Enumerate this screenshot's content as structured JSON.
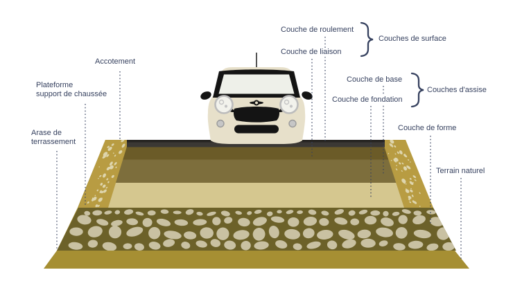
{
  "labels": {
    "accotement": {
      "text": "Accotement"
    },
    "plateforme": {
      "line1": "Plateforme",
      "line2": "support de chaussée"
    },
    "arase": {
      "line1": "Arase de",
      "line2": "terrassement"
    },
    "roulement": {
      "text": "Couche de roulement"
    },
    "liaison": {
      "text": "Couche de liaison"
    },
    "surface_group": {
      "text": "Couches de surface"
    },
    "base": {
      "text": "Couche de base"
    },
    "fondation": {
      "text": "Couche de fondation"
    },
    "assise_group": {
      "text": "Couches d'assise"
    },
    "forme": {
      "text": "Couche de forme"
    },
    "terrain": {
      "text": "Terrain naturel"
    }
  },
  "colors": {
    "label_text": "#36415f",
    "leader_line": "#36415f",
    "asphalt_top": "#272522",
    "asphalt": "#3b3834",
    "liaison": "#6b5b28",
    "base": "#7d6e3c",
    "fondation": "#d5c78f",
    "forme_bg": "#6c6129",
    "forme_stones": "#c9c1a2",
    "terrain": "#a68f33",
    "shoulder_bg": "#b89c42",
    "shoulder_specks": "#ded5ad",
    "car_body": "#e7e0ca",
    "car_glass": "#eef0e9",
    "car_black": "#141414",
    "car_chrome": "#bcbcbc"
  }
}
